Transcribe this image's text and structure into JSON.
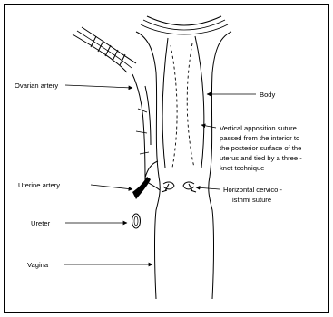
{
  "labels": {
    "ovarian_artery": "Ovarian artery",
    "body": "Body",
    "suture_note": [
      "Vertical apposition suture",
      "passed from the interior to",
      "the posterior surface of the",
      "uterus and tied by a three -",
      "knot technique"
    ],
    "uterine_artery": "Uterine artery",
    "horizontal_suture": [
      "Horizontal cervico -",
      "isthmi suture"
    ],
    "ureter": "Ureter",
    "vagina": "Vagina"
  }
}
